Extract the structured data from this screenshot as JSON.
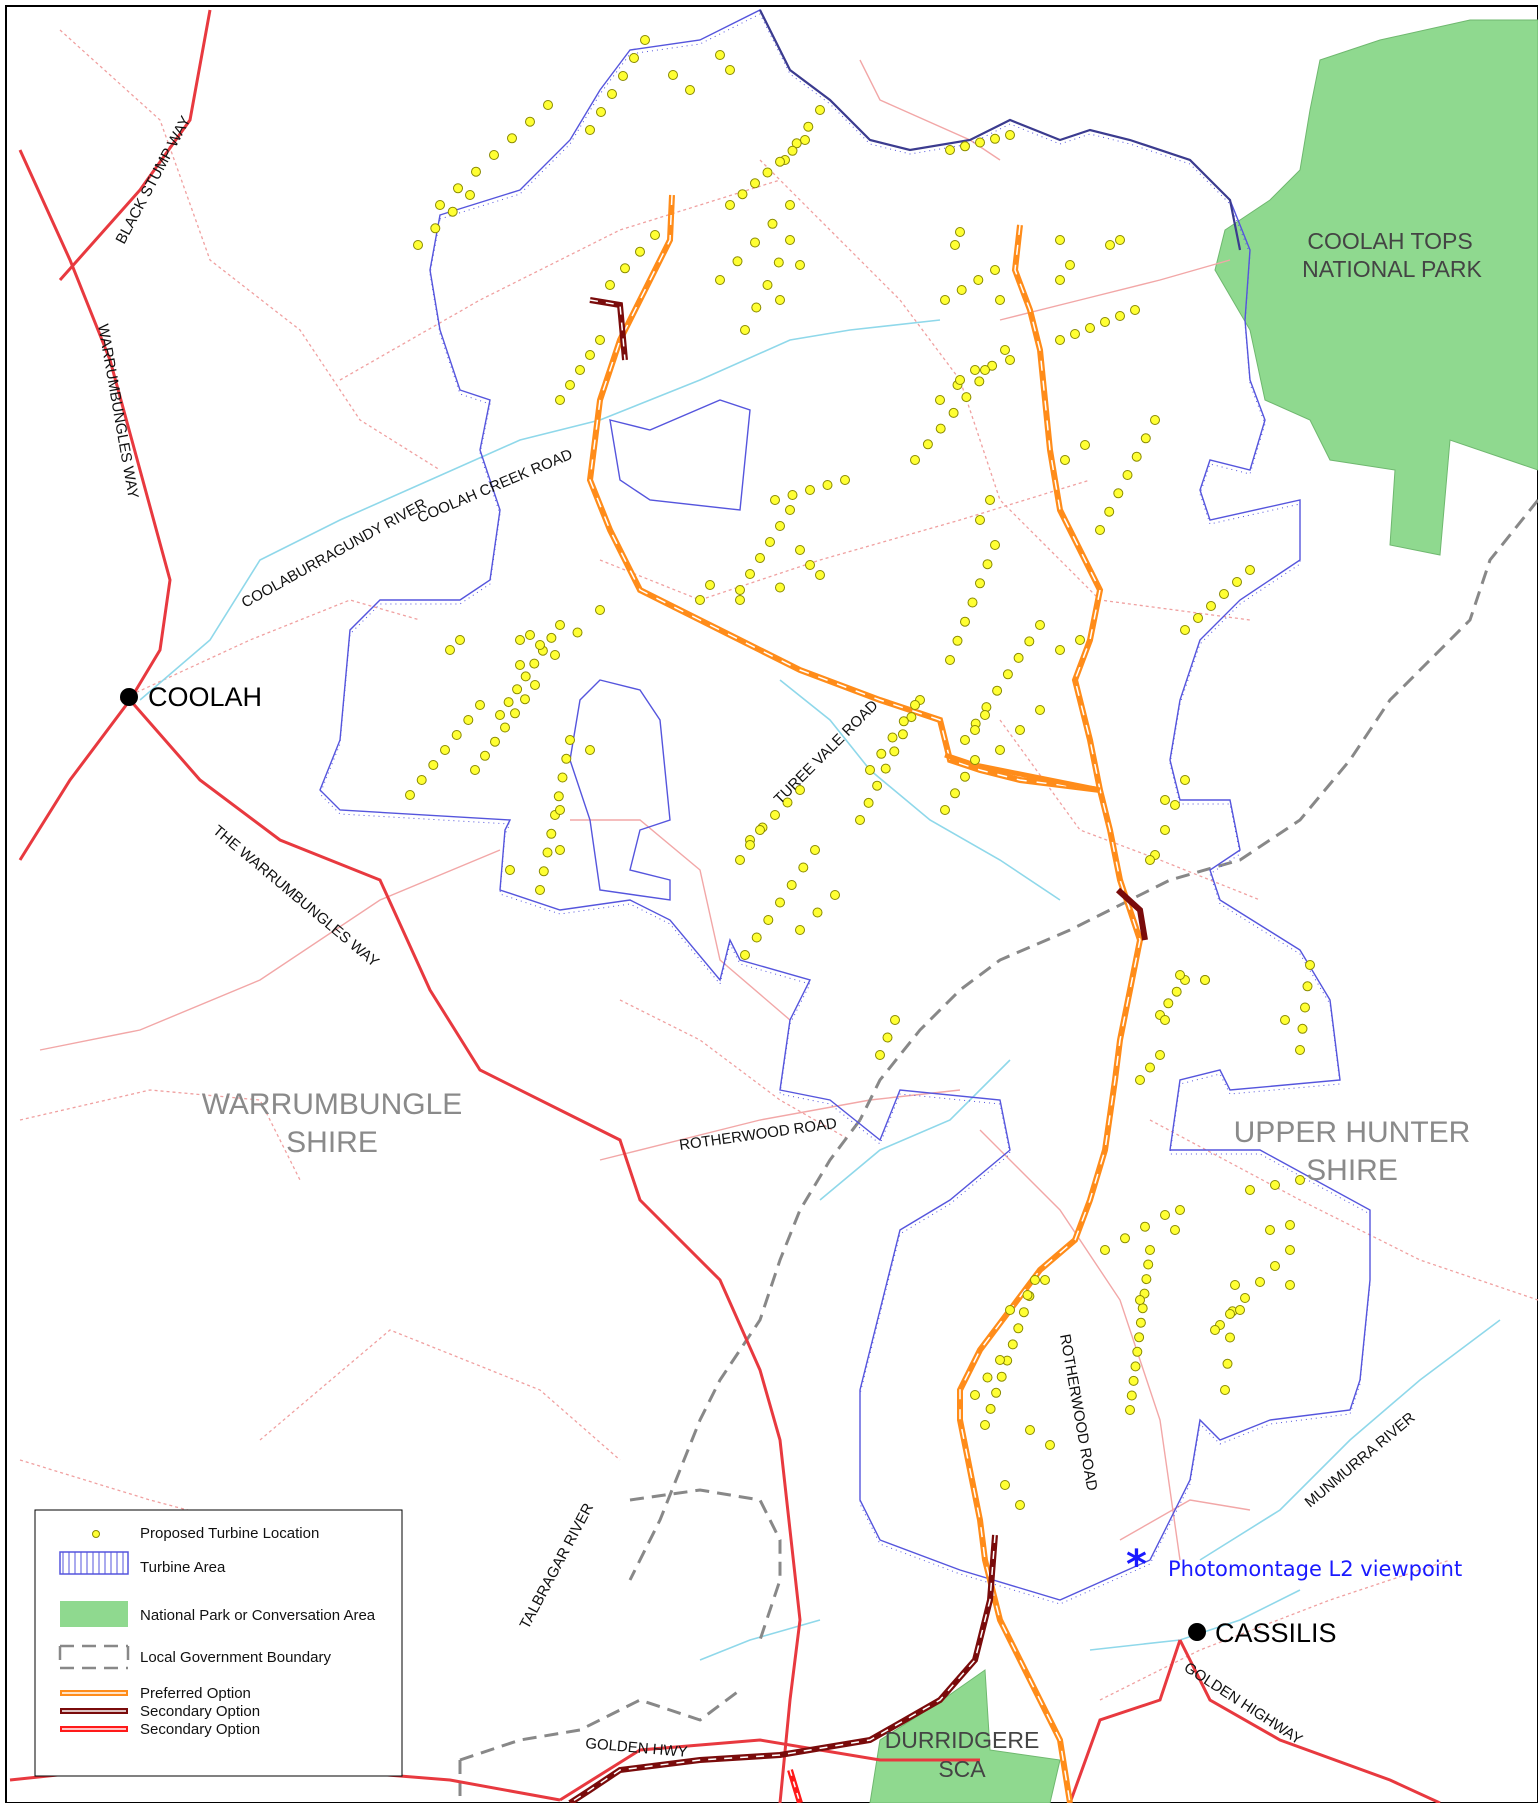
{
  "map": {
    "towns": [
      {
        "name": "COOLAH"
      },
      {
        "name": "CASSILIS"
      }
    ],
    "shires": [
      {
        "line1": "WARRUMBUNGLE",
        "line2": "SHIRE"
      },
      {
        "line1": "UPPER HUNTER",
        "line2": "SHIRE"
      }
    ],
    "parks": [
      {
        "line1": "COOLAH TOPS",
        "line2": "NATIONAL PARK"
      },
      {
        "line1": "DURRIDGERE",
        "line2": "SCA"
      }
    ],
    "roads": [
      "BLACK STUMP WAY",
      "WARRUMBUNGLES WAY",
      "COOLABURRAGUNDY RIVER",
      "COOLAH CREEK ROAD",
      "THE WARRUMBUNGLES WAY",
      "TUREE VALE ROAD",
      "ROTHERWOOD ROAD",
      "ROTHERWOOD ROAD",
      "TALBRAGAR RIVER",
      "MUNMURRA RIVER",
      "GOLDEN HWY",
      "GOLDEN HIGHWAY"
    ],
    "viewpoint": {
      "symbol": "*",
      "label": "Photomontage L2 viewpoint"
    }
  },
  "legend": {
    "items": [
      {
        "label": "Proposed Turbine Location",
        "icon": "turbine-dot-icon"
      },
      {
        "label": "Turbine Area",
        "icon": "turbine-area-icon"
      },
      {
        "label": "National Park or Conversation Area",
        "icon": "park-swatch-icon"
      },
      {
        "label": "Local Government Boundary",
        "icon": "lga-boundary-icon"
      },
      {
        "label": "Preferred Option",
        "icon": "orange-line-icon"
      },
      {
        "label": "Secondary Option",
        "icon": "dark-red-line-icon"
      },
      {
        "label": "Secondary Option",
        "icon": "red-line-icon"
      }
    ]
  },
  "colors": {
    "road": "#e8393f",
    "park": "#8fd98f",
    "turbine_area": "#5555dd",
    "preferred": "#ff8c1a",
    "secondary_dark": "#7a0b0b",
    "secondary_red": "#ff1a1a",
    "turbine": "#ffff33",
    "river": "#8fd8ea",
    "lga": "#888888",
    "minor_road": "#f0a0a0"
  }
}
